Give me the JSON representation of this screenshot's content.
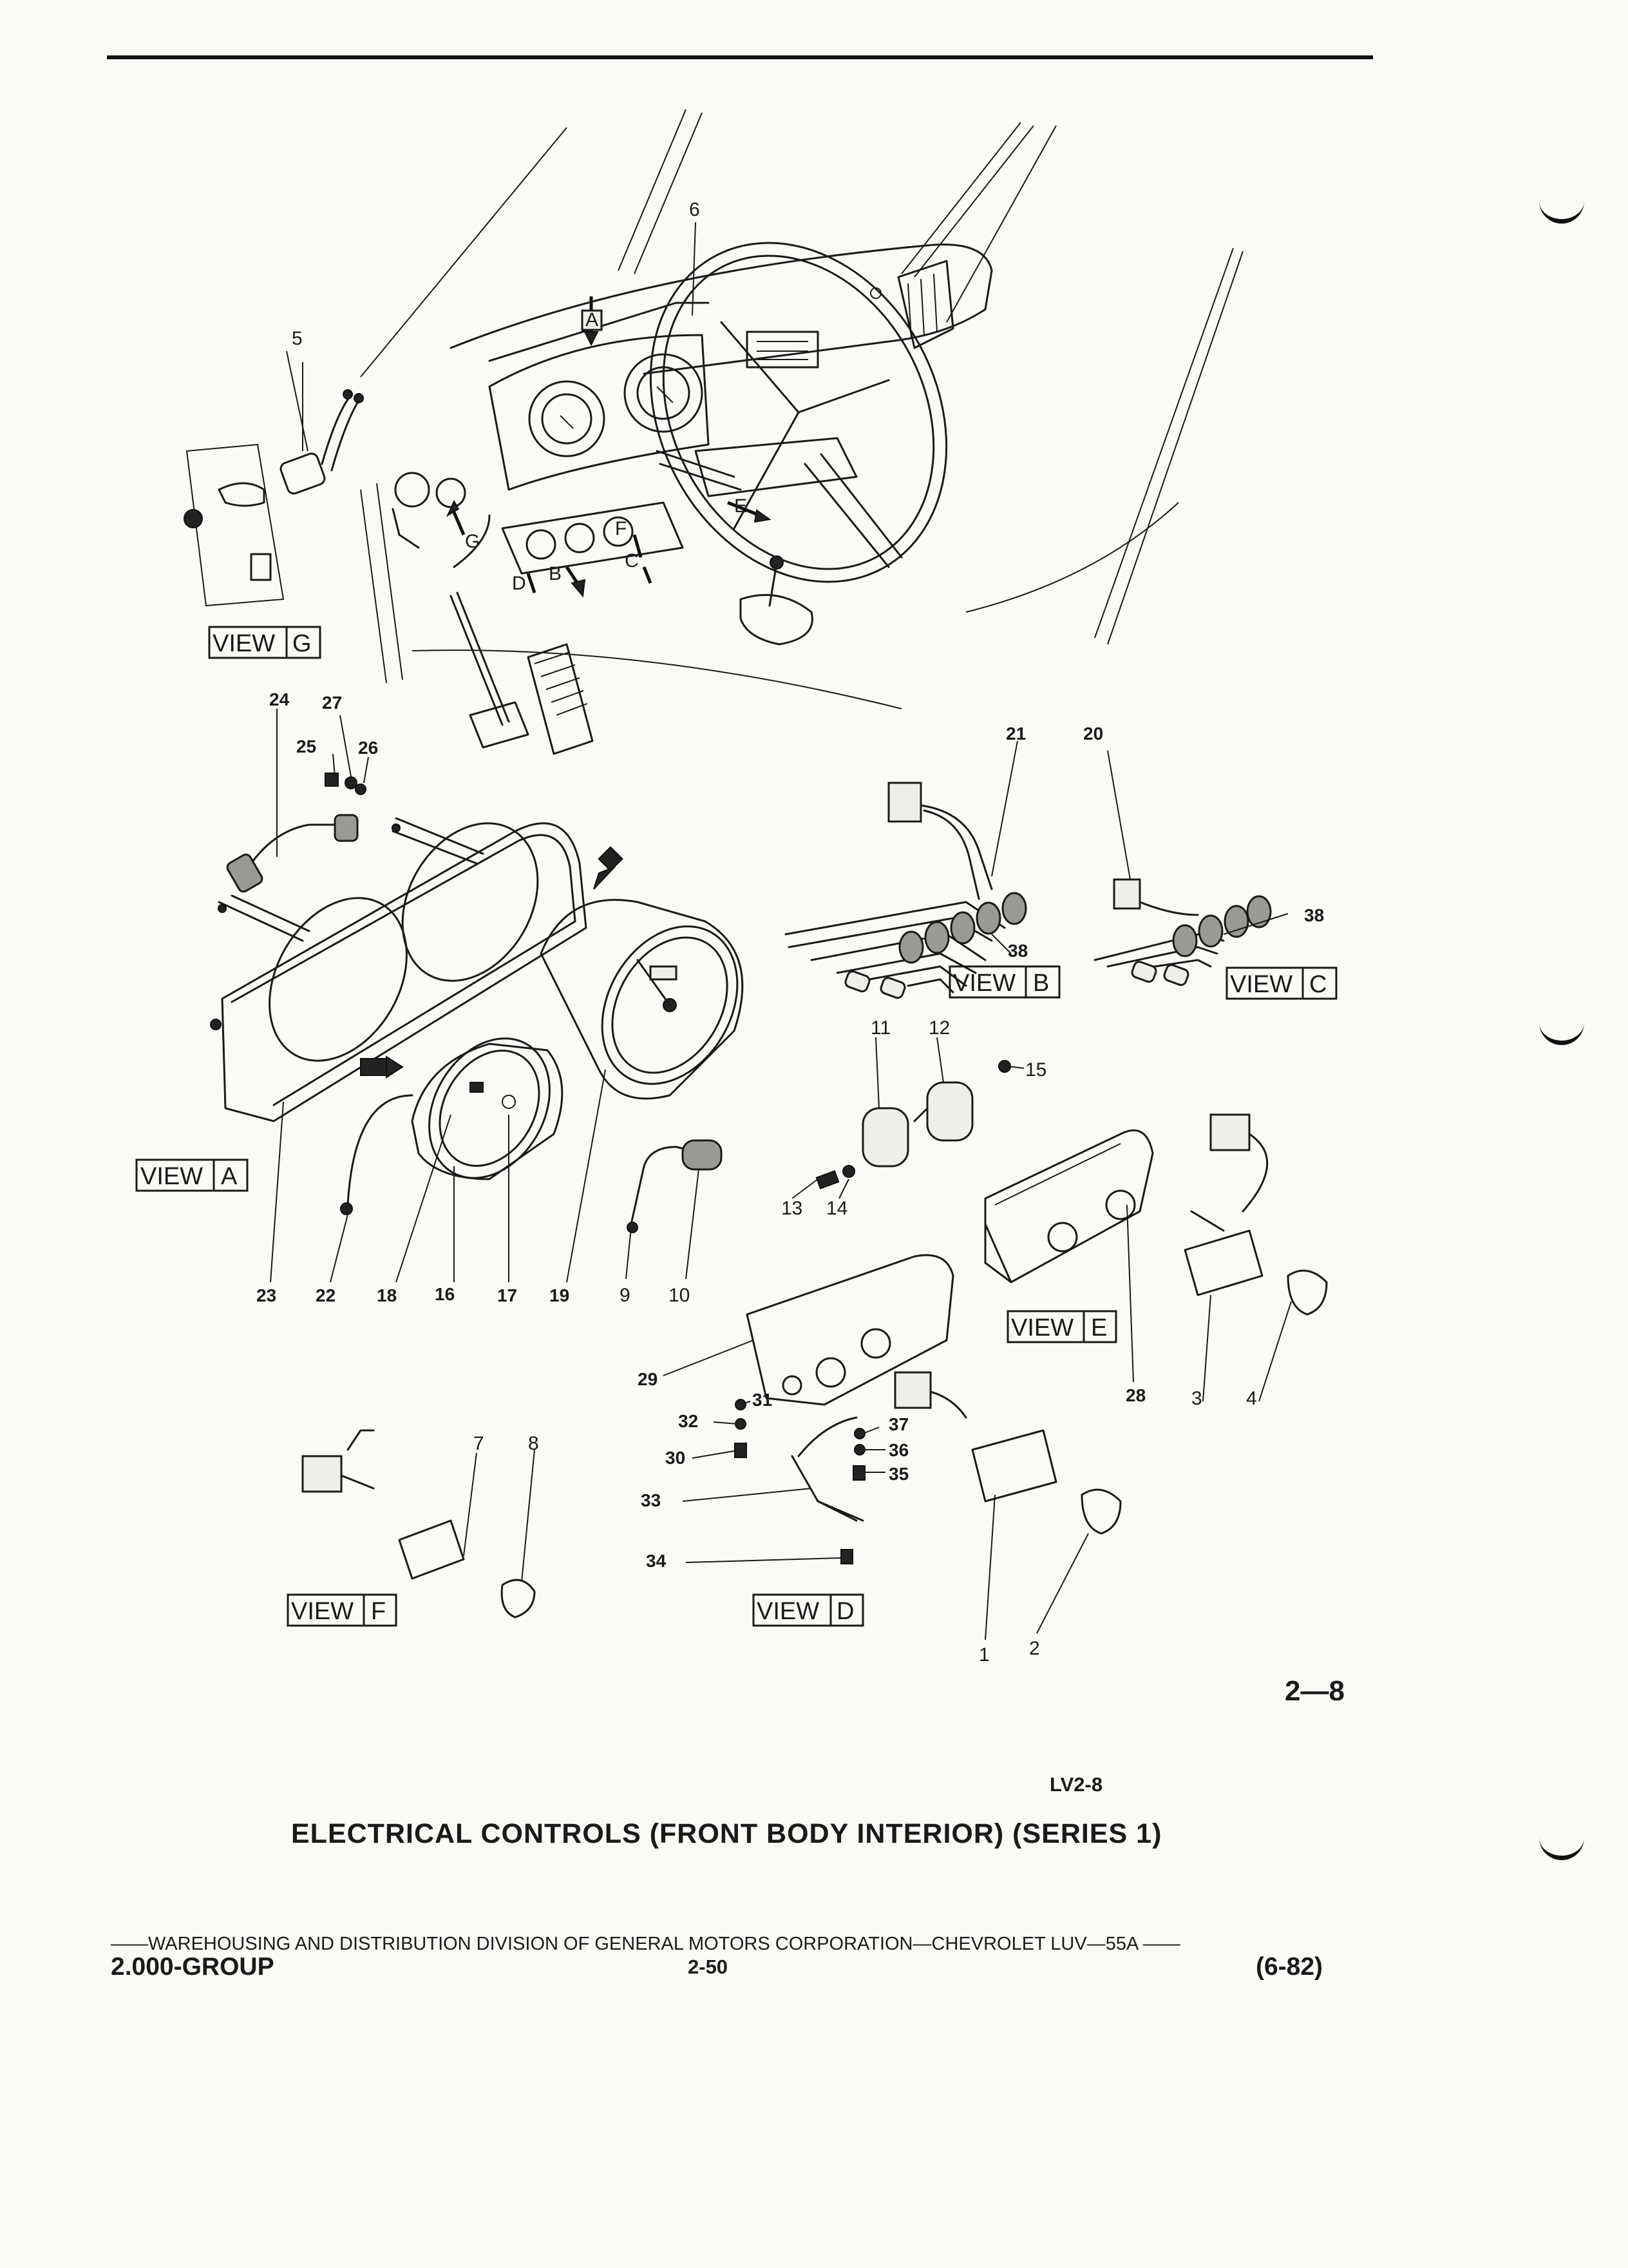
{
  "caption": "ELECTRICAL CONTROLS (FRONT BODY INTERIOR) (SERIES 1)",
  "figure_number": "2—8",
  "figure_code": "LV2-8",
  "footer": {
    "line": "——WAREHOUSING AND DISTRIBUTION  DIVISION OF GENERAL MOTORS CORPORATION—CHEVROLET LUV—55A  ——",
    "group": "2.000-GROUP",
    "page": "2-50",
    "date": "(6-82)"
  },
  "views": [
    {
      "key": "view-a",
      "word": "VIEW",
      "letter": "A"
    },
    {
      "key": "view-b",
      "word": "VIEW",
      "letter": "B"
    },
    {
      "key": "view-c",
      "word": "VIEW",
      "letter": "C"
    },
    {
      "key": "view-d",
      "word": "VIEW",
      "letter": "D"
    },
    {
      "key": "view-e",
      "word": "VIEW",
      "letter": "E"
    },
    {
      "key": "view-f",
      "word": "VIEW",
      "letter": "F"
    },
    {
      "key": "view-g",
      "word": "VIEW",
      "letter": "G"
    }
  ],
  "dash_pointers": [
    "A",
    "B",
    "C",
    "D",
    "E",
    "F",
    "G"
  ],
  "callouts": [
    "1",
    "2",
    "3",
    "4",
    "5",
    "6",
    "7",
    "8",
    "9",
    "10",
    "11",
    "12",
    "13",
    "14",
    "15",
    "16",
    "17",
    "18",
    "19",
    "20",
    "21",
    "22",
    "23",
    "24",
    "25",
    "26",
    "27",
    "28",
    "29",
    "30",
    "31",
    "32",
    "33",
    "34",
    "35",
    "36",
    "37",
    "38"
  ]
}
